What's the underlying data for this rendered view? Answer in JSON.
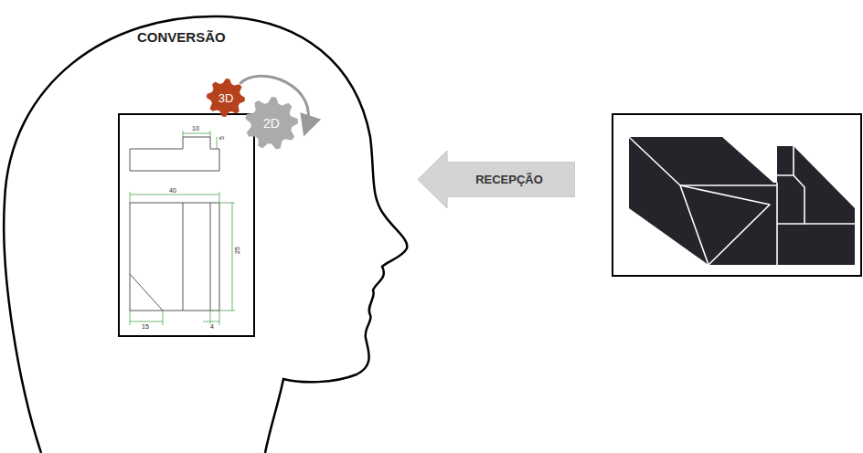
{
  "diagram": {
    "nodes": [
      {
        "text": [
          "3D"
        ]
      },
      {
        "text": [
          "2D"
        ]
      },
      {
        "text": [
          "RECEPÇÃO"
        ]
      }
    ],
    "edges": [
      {
        "from": 0,
        "to": 1,
        "arrow": "to"
      }
    ],
    "labels": [
      "CONVERSÃO",
      "10",
      "5",
      "40",
      "25",
      "15",
      "4"
    ]
  }
}
